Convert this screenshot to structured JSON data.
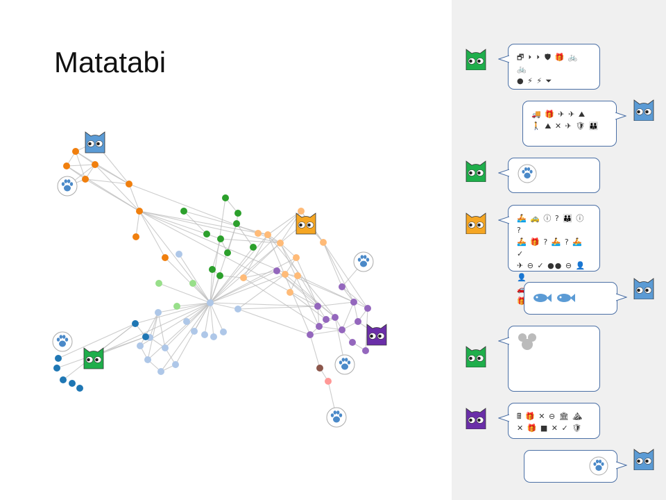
{
  "title": "Matatabi",
  "colors": {
    "panel_bg": "#f0f0f0",
    "bubble_border": "#4a6fa5",
    "cat_green": "#1fae4b",
    "cat_blue": "#5b9bd5",
    "cat_orange": "#f5a623",
    "cat_purple": "#6a2ea8",
    "paw_blue": "#4a89c8"
  },
  "messages": [
    {
      "speaker": "green-cat",
      "side": "left",
      "content": "glyph-text",
      "text": "🗗 ⏵ ⏵ 🛡 🎁 🚲 🚲\n● ⚡ ⚡ ⏷"
    },
    {
      "speaker": "blue-cat",
      "side": "right",
      "content": "glyph-text",
      "text": "🚚 🎁 ✈ ✈ ⛰\n🚶 ⛰ ✕ ✈ 🛡 👪"
    },
    {
      "speaker": "green-cat",
      "side": "left",
      "content": "paw-icon",
      "text": ""
    },
    {
      "speaker": "orange-cat",
      "side": "left",
      "content": "glyph-text",
      "text": "🚣 🚕 ⓘ ? 👪 ⓘ ?\n🚣 🎁 ? 🚣  ? 🚣 ✓\n✈ ⊖ ✓ ●● ⊖ 👤 👤\n🚗  ✓ 🚶  🏛 ⓘ ● 🎁 ▞"
    },
    {
      "speaker": "blue-cat",
      "side": "right",
      "content": "fish-icons",
      "text": ""
    },
    {
      "speaker": "green-cat",
      "side": "left",
      "content": "mouse-icon",
      "text": ""
    },
    {
      "speaker": "purple-cat",
      "side": "left",
      "content": "glyph-text",
      "text": "🖩 🎁 ✕ ⊖  🏛 ⛰\n✕ 🎁 ■ ✕ ✓ 🛡"
    },
    {
      "speaker": "blue-cat",
      "side": "right",
      "content": "paw-icon",
      "text": ""
    }
  ],
  "graph": {
    "groups": [
      "orange",
      "dark-green",
      "light-orange",
      "purple",
      "light-blue",
      "light-green",
      "dark-blue",
      "brown",
      "salmon"
    ],
    "group_colors": {
      "orange": "#f07f0e",
      "dark-green": "#2ca02c",
      "light-orange": "#ffbb78",
      "purple": "#9467bd",
      "light-blue": "#aec7e8",
      "light-green": "#98df8a",
      "dark-blue": "#1f77b4",
      "brown": "#8c564b",
      "salmon": "#ff9896"
    },
    "avatars": [
      "blue-cat",
      "orange-cat",
      "purple-cat",
      "green-cat"
    ],
    "paw_badges": 6
  }
}
